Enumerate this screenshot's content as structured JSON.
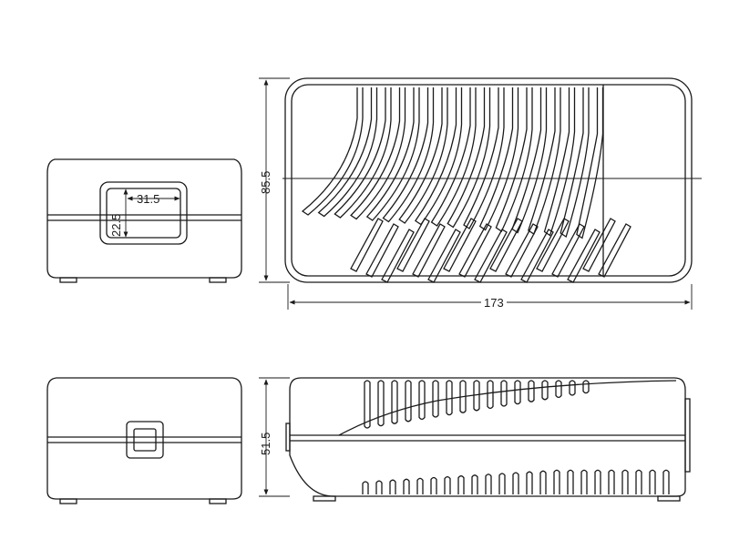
{
  "dimensions": {
    "front_window_width": "31.5",
    "front_window_height": "22.5",
    "top_view_height": "85.5",
    "top_view_length": "173",
    "side_view_height": "51.5"
  }
}
